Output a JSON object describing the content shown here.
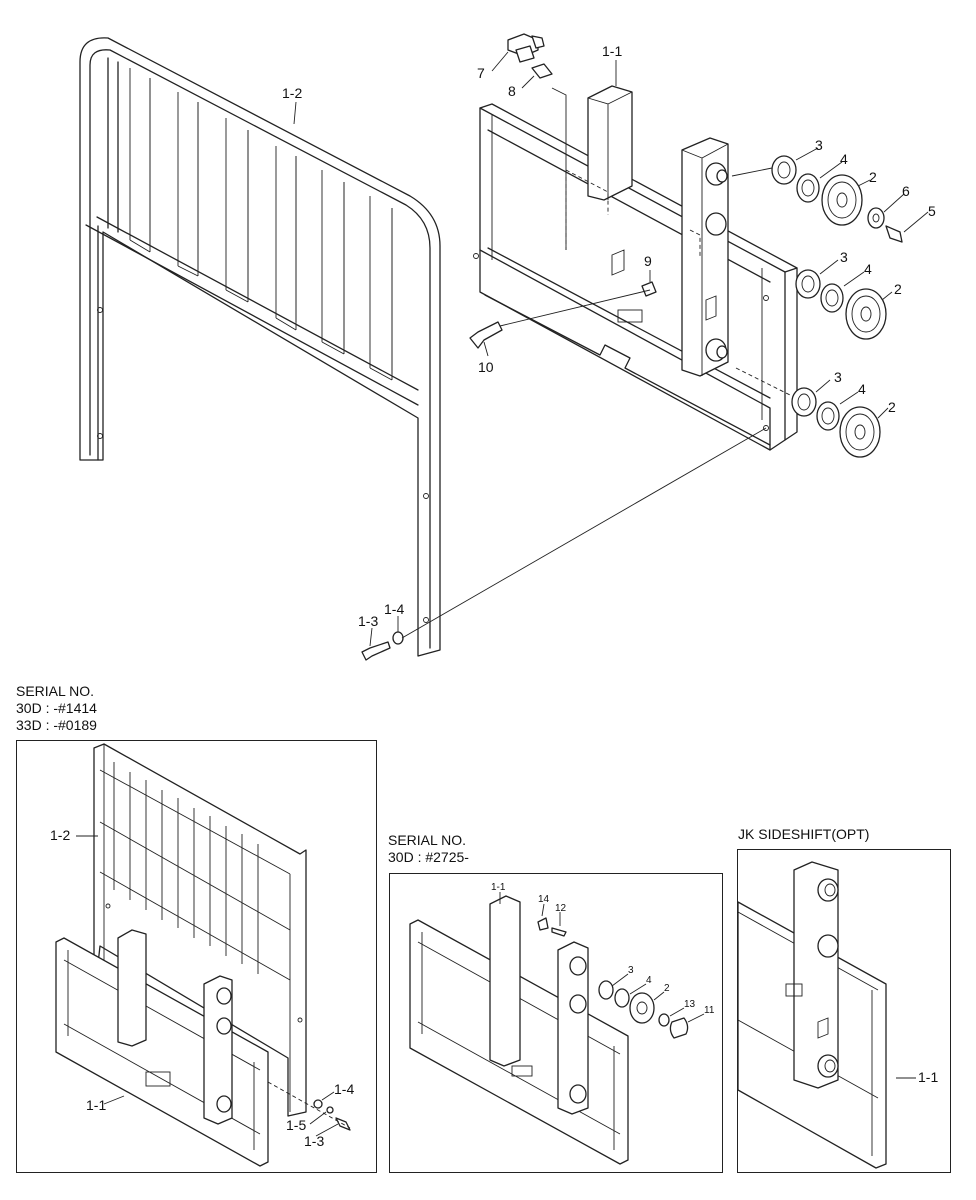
{
  "main_view": {
    "callouts": {
      "c1_2": "1-2",
      "c1_1": "1-1",
      "c7": "7",
      "c8": "8",
      "c3a": "3",
      "c4a": "4",
      "c2a": "2",
      "c6": "6",
      "c5": "5",
      "c9": "9",
      "c3b": "3",
      "c4b": "4",
      "c2b": "2",
      "c10": "10",
      "c3c": "3",
      "c4c": "4",
      "c2c": "2",
      "c1_3": "1-3",
      "c1_4": "1-4"
    }
  },
  "inset_left": {
    "serial_title": "SERIAL NO.",
    "serial_line1": "30D : -#1414",
    "serial_line2": "33D : -#0189",
    "callouts": {
      "c1_2": "1-2",
      "c1_1": "1-1",
      "c1_4": "1-4",
      "c1_5": "1-5",
      "c1_3": "1-3"
    }
  },
  "inset_mid": {
    "serial_title": "SERIAL NO.",
    "serial_line1": "30D : #2725-",
    "callouts": {
      "c1_1": "1-1",
      "c14": "14",
      "c12": "12",
      "c3": "3",
      "c4": "4",
      "c2": "2",
      "c13": "13",
      "c11": "11"
    }
  },
  "inset_right": {
    "title": "JK SIDESHIFT(OPT)",
    "callouts": {
      "c1_1": "1-1"
    }
  }
}
